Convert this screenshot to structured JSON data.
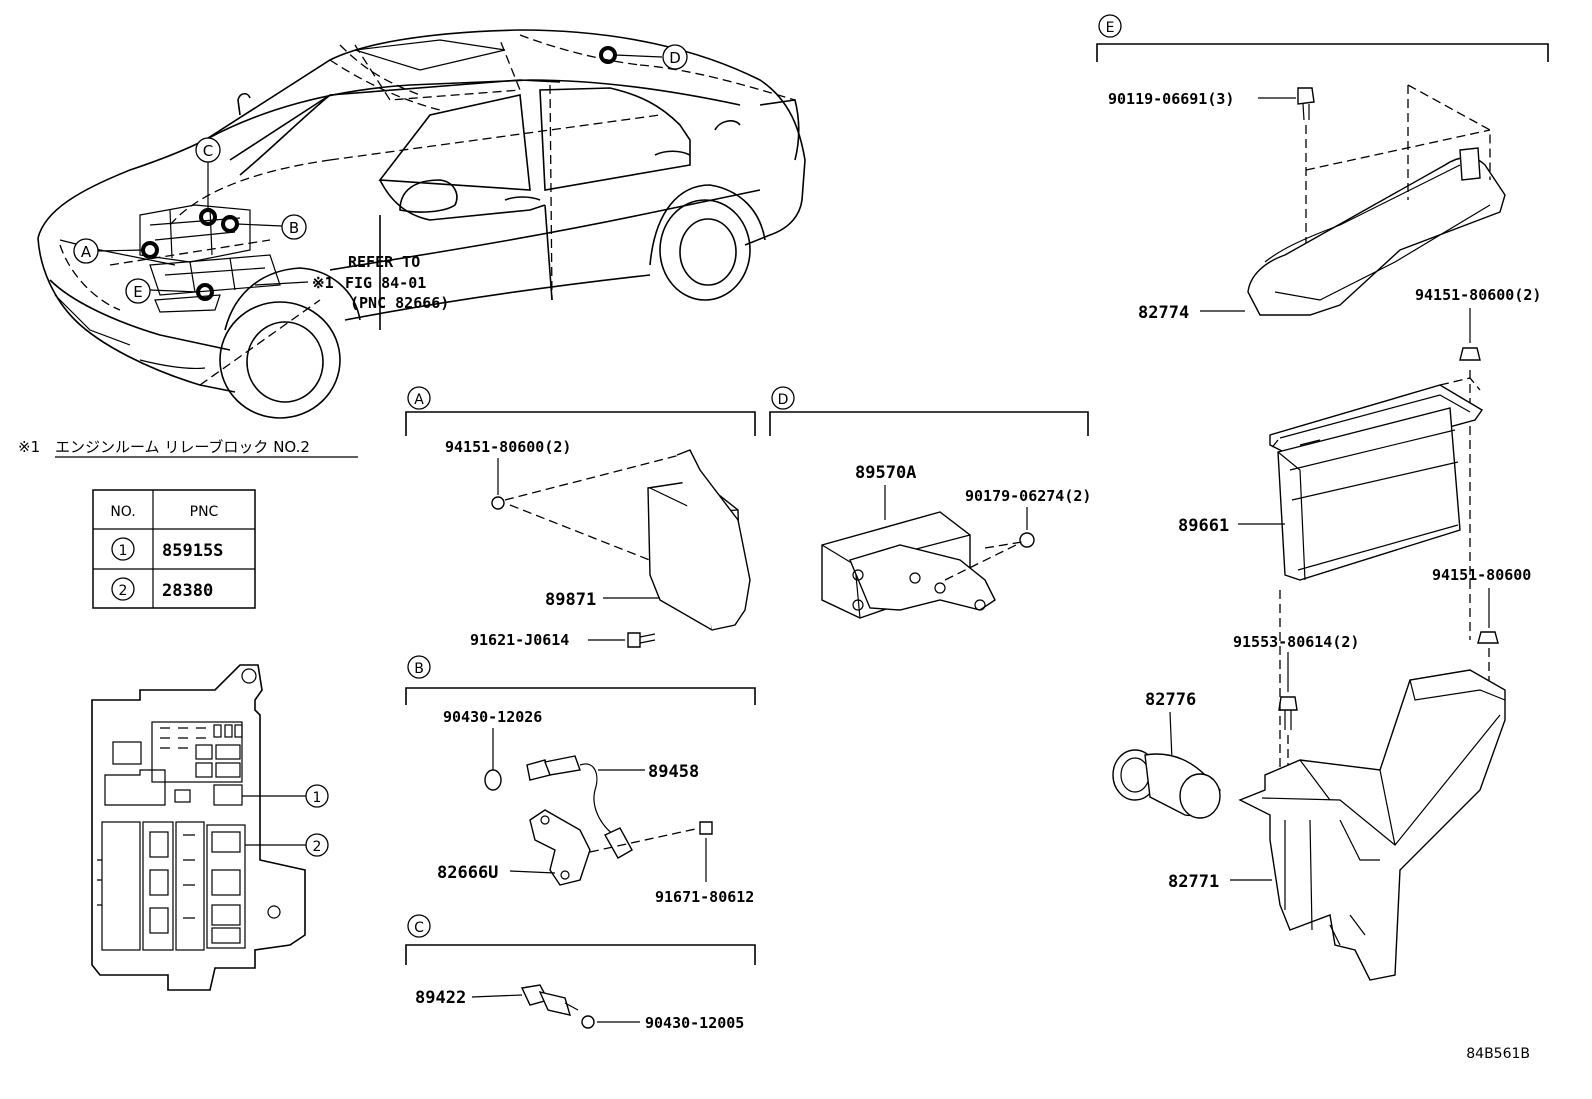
{
  "diagram_code": "84B561B",
  "car": {
    "callouts": [
      "A",
      "B",
      "C",
      "D",
      "E"
    ],
    "refer_text": [
      "REFER TO",
      "FIG 84-01",
      "(PNC 82666)"
    ],
    "refer_mark": "※1"
  },
  "note": {
    "mark": "※1",
    "text": "エンジンルーム リレーブロック NO.2"
  },
  "pnc_table": {
    "headers": [
      "NO.",
      "PNC"
    ],
    "rows": [
      {
        "no": "1",
        "pnc": "85915S"
      },
      {
        "no": "2",
        "pnc": "28380"
      }
    ]
  },
  "relay_block": {
    "callouts": [
      "1",
      "2"
    ]
  },
  "section_a": {
    "label": "A",
    "parts": {
      "nut": "94151-80600(2)",
      "module": "89871",
      "bolt": "91621-J0614"
    }
  },
  "section_b": {
    "label": "B",
    "parts": {
      "gasket": "90430-12026",
      "sensor": "89458",
      "bracket": "82666U",
      "screw": "91671-80612"
    }
  },
  "section_c": {
    "label": "C",
    "parts": {
      "sensor": "89422",
      "gasket": "90430-12005"
    }
  },
  "section_d": {
    "label": "D",
    "parts": {
      "module": "89570A",
      "nut": "90179-06274(2)"
    }
  },
  "section_e": {
    "label": "E",
    "parts": {
      "bolt_top": "90119-06691(3)",
      "cover": "82774",
      "nut_upper": "94151-80600(2)",
      "ecu": "89661",
      "nut_lower": "94151-80600",
      "bolt_lower": "91553-80614(2)",
      "duct": "82776",
      "box": "82771"
    }
  }
}
